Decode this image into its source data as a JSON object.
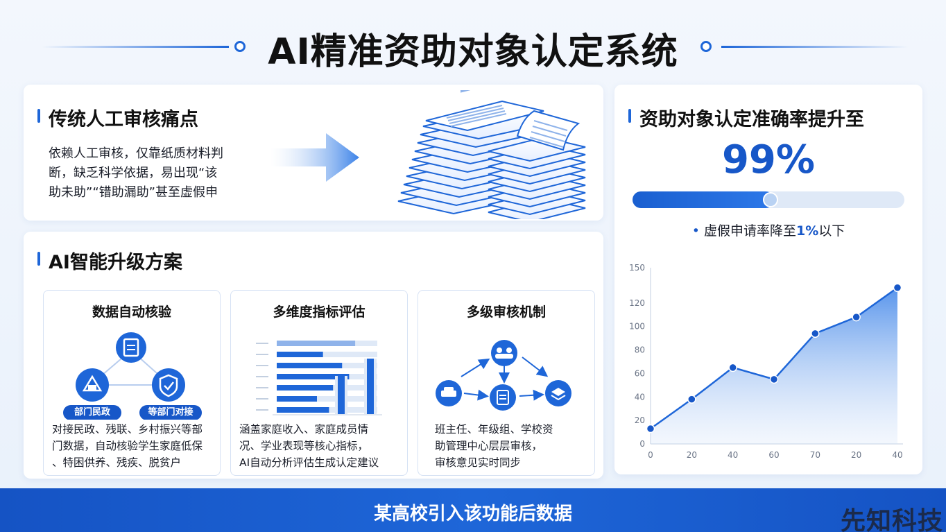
{
  "page": {
    "title": "AI精准资助对象认定系统",
    "accent_color": "#1e66d8"
  },
  "pain": {
    "title": "传统人工审核痛点",
    "lines": [
      "依赖人工审核，仅靠纸质材料判",
      "断，缺乏科学依据，易出现“该",
      "助未助”“错助漏助”甚至虚假申"
    ],
    "arrow_icon": "arrow-right-icon",
    "illustration": "paper-stack-icon"
  },
  "ai": {
    "title": "AI智能升级方案",
    "cards": [
      {
        "title": "数据自动核验",
        "desc": [
          "对接民政、残联、乡村振兴等部",
          "门数据，自动核验学生家庭低保",
          "、特困供养、残疾、脱贫户"
        ],
        "badges": [
          "部门民政",
          "等部门对接"
        ]
      },
      {
        "title": "多维度指标评估",
        "desc": [
          "涵盖家庭收入、家庭成员情",
          "况、学业表现等核心指标，",
          "AI自动分析评估生成认定建议"
        ]
      },
      {
        "title": "多级审核机制",
        "desc": [
          "班主任、年级组、学校资",
          "助管理中心层层审核，",
          "审核意见实时同步"
        ]
      }
    ]
  },
  "rate": {
    "title": "资助对象认定准确率提升至",
    "value": "99%",
    "progress": 0.5,
    "note_prefix": "虚假申请率降至",
    "note_highlight": "1%",
    "note_suffix": "以下"
  },
  "chart_data": {
    "type": "area",
    "x_labels": [
      "0",
      "20",
      "40",
      "60",
      "70",
      "20",
      "40"
    ],
    "values": [
      13,
      38,
      65,
      55,
      94,
      108,
      133
    ],
    "y_ticks": [
      0,
      20,
      40,
      60,
      80,
      100,
      120,
      150
    ],
    "ylim": [
      0,
      150
    ],
    "grid": false,
    "color": "#1e66d8"
  },
  "footer": {
    "text": "某高校引入该功能后数据",
    "watermark": "先知科技"
  }
}
